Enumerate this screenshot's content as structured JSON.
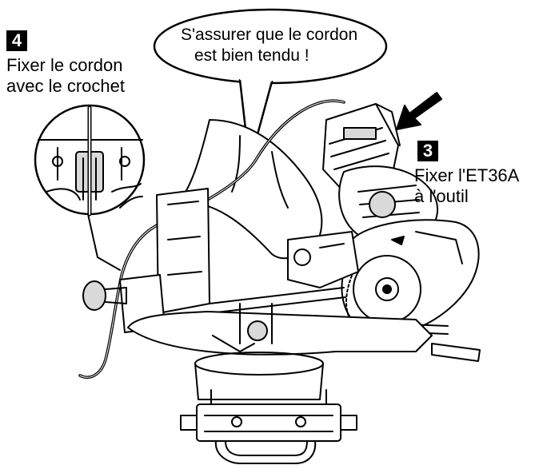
{
  "steps": {
    "step4": {
      "number": "4",
      "line1": "Fixer le cordon",
      "line2": "avec le crochet"
    },
    "step3": {
      "number": "3",
      "line1": "Fixer l'ET36A",
      "line2": "à l'outil"
    }
  },
  "callout": {
    "line1": "S'assurer que le cordon",
    "line2": "est bien tendu !"
  },
  "colors": {
    "ink": "#000000",
    "paper": "#ffffff",
    "shade": "#d9d9d9"
  }
}
